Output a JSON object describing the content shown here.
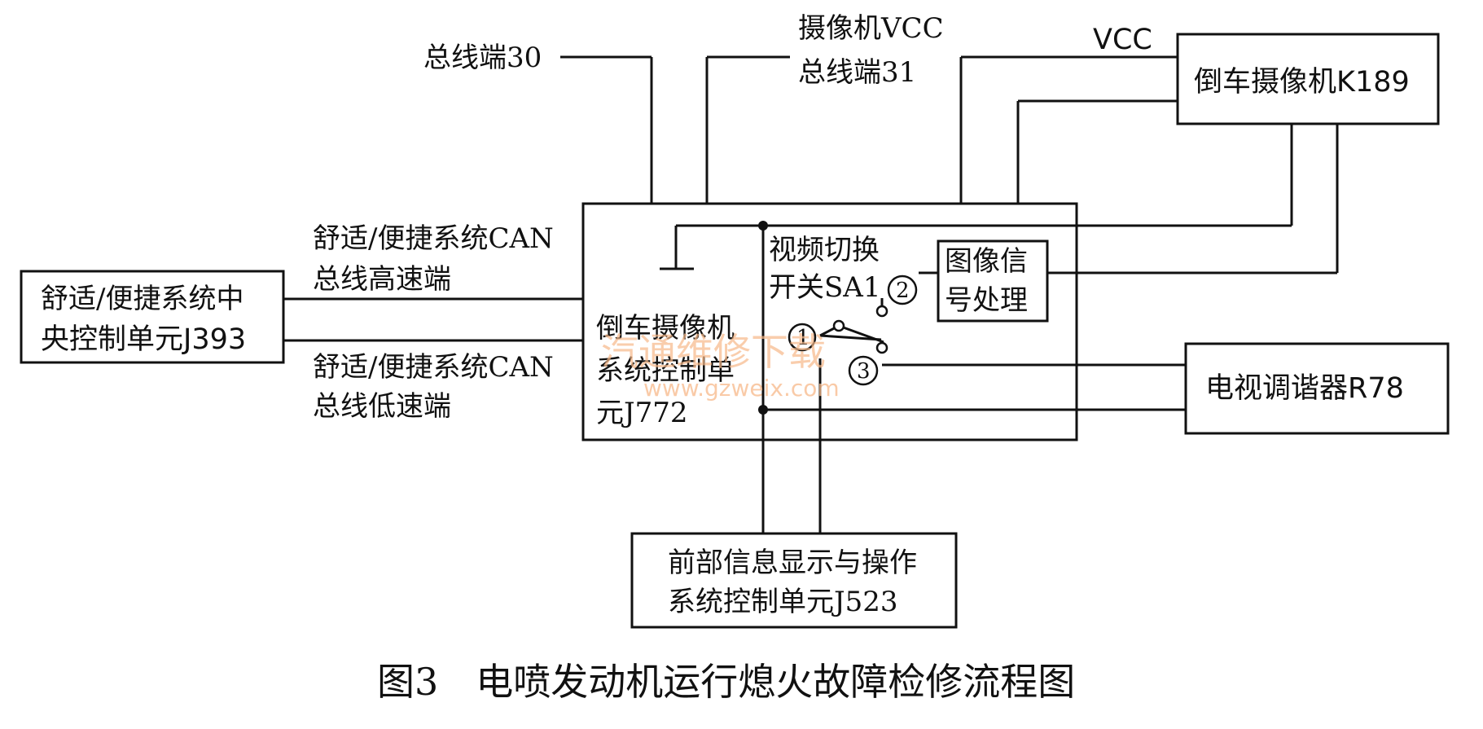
{
  "labels": {
    "bus30": "总线端30",
    "camera_vcc": "摄像机VCC",
    "bus31": "总线端31",
    "vcc": "VCC",
    "camera": "倒车摄像机K189",
    "can_high_1": "舒适/便捷系统CAN",
    "can_high_2": "总线高速端",
    "can_low_1": "舒适/便捷系统CAN",
    "can_low_2": "总线低速端",
    "j393_1": "舒适/便捷系统中",
    "j393_2": "央控制单元J393",
    "switch_1": "视频切换",
    "switch_2": "开关SA1",
    "img_1": "图像信",
    "img_2": "号处理",
    "j772_1": "倒车摄像机",
    "j772_2": "系统控制单",
    "j772_3": "元J772",
    "tuner": "电视调谐器R78",
    "j523_1": "前部信息显示与操作",
    "j523_2": "系统控制单元J523",
    "terminal_1": "1",
    "terminal_2": "2",
    "terminal_3": "3",
    "caption": "图3　电喷发动机运行熄火故障检修流程图"
  },
  "watermark": {
    "text": "汽通维修下载",
    "url": "www.gzweix.com"
  },
  "colors": {
    "line": "#111111",
    "watermark": "#f7b98a"
  }
}
